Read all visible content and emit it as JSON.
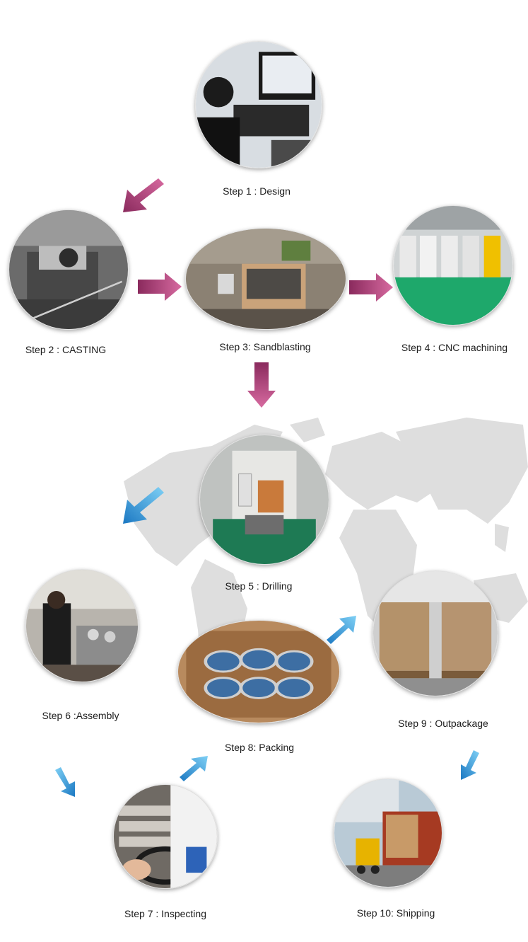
{
  "steps": [
    {
      "label": "Step 1 : Design"
    },
    {
      "label": "Step 2 : CASTING"
    },
    {
      "label": "Step 3: Sandblasting"
    },
    {
      "label": "Step 4 : CNC machining"
    },
    {
      "label": "Step 5 : Drilling"
    },
    {
      "label": "Step 6 :Assembly"
    },
    {
      "label": "Step 7 : Inspecting"
    },
    {
      "label": "Step 8: Packing"
    },
    {
      "label": "Step 9 : Outpackage"
    },
    {
      "label": "Step 10: Shipping"
    }
  ],
  "colors": {
    "upper_arrow": "#b5407c",
    "lower_arrow": "#2a93d5",
    "world_map": "#dcdcdc",
    "label_text": "#1c1c1c"
  },
  "icons": [
    "arrow-magenta",
    "arrow-blue"
  ]
}
